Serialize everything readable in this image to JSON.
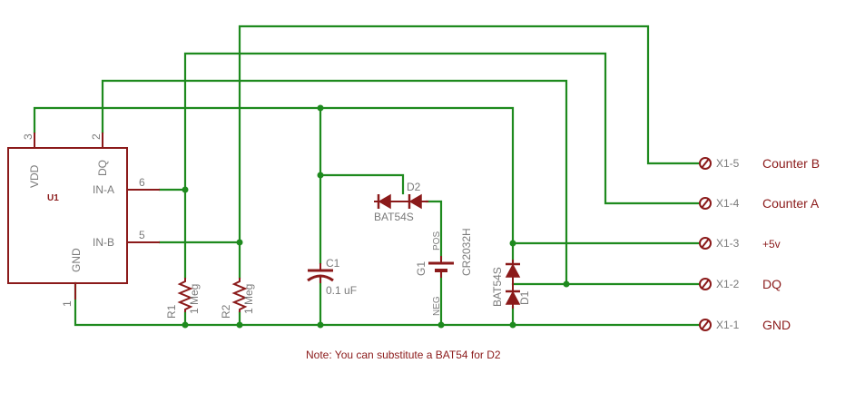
{
  "u1": {
    "name": "U1",
    "pins": {
      "vdd": "VDD",
      "gnd": "GND",
      "dq": "DQ",
      "in_a": "IN-A",
      "in_b": "IN-B",
      "num_1": "1",
      "num_2": "2",
      "num_3": "3",
      "num_5": "5",
      "num_6": "6"
    }
  },
  "r1": {
    "name": "R1",
    "value": "1 Meg"
  },
  "r2": {
    "name": "R2",
    "value": "1 Meg"
  },
  "c1": {
    "name": "C1",
    "value": "0.1 uF"
  },
  "d2": {
    "name": "D2",
    "value": "BAT54S"
  },
  "d1": {
    "name": "D1",
    "value": "BAT54S"
  },
  "g1": {
    "name": "G1",
    "value": "CR2032H",
    "pos": "POS",
    "neg": "NEG"
  },
  "x1": {
    "pins": [
      "X1-5",
      "X1-4",
      "X1-3",
      "X1-2",
      "X1-1"
    ],
    "signals": [
      "Counter B",
      "Counter A",
      "+5v",
      "DQ",
      "GND"
    ]
  },
  "note": "Note: You can substitute a BAT54 for D2"
}
